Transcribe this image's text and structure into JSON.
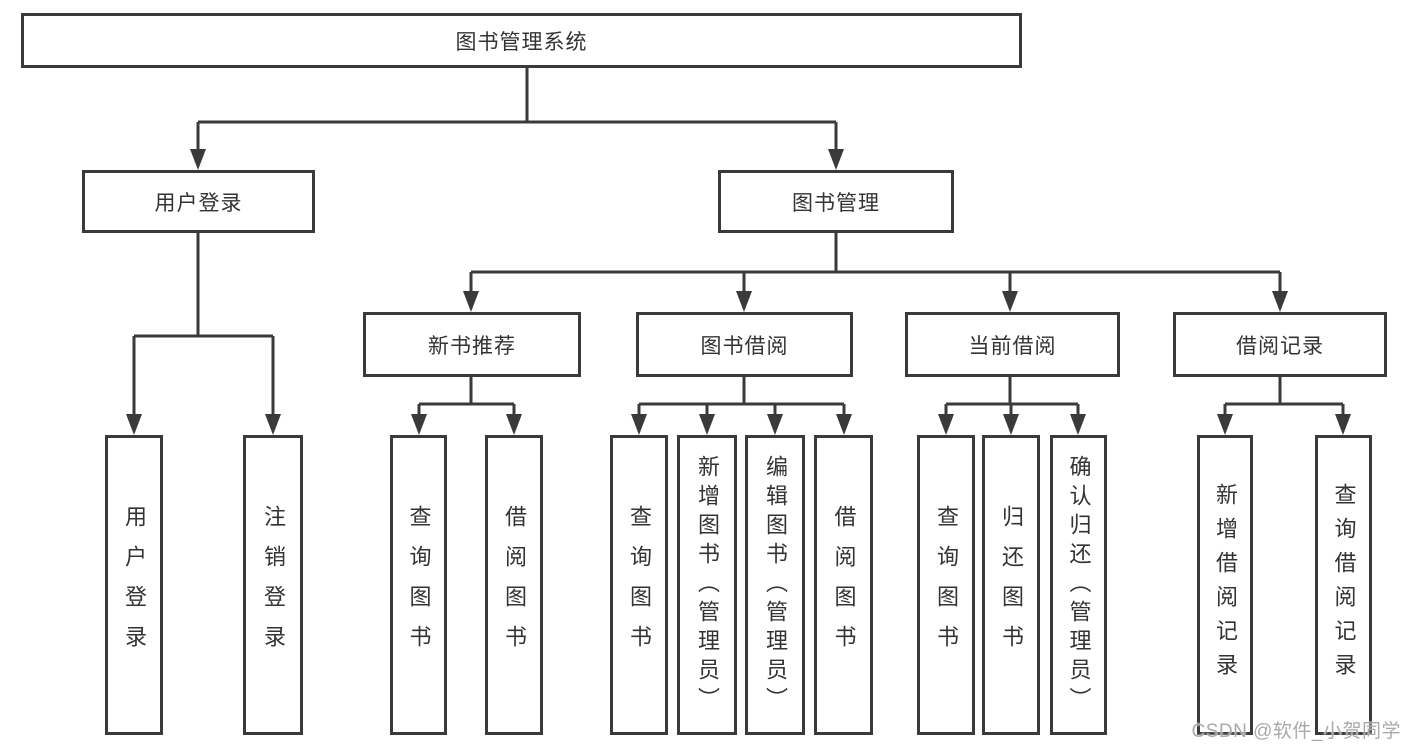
{
  "colors": {
    "box_border": "#3a3a3a",
    "connector_line": "#3a3a3a",
    "node_text": "#333333",
    "watermark_text": "#a9a9a9",
    "background": "#ffffff"
  },
  "tree": {
    "root": {
      "label": "图书管理系统"
    },
    "branches": [
      {
        "label": "用户登录",
        "children": [
          {
            "label": "用户登录"
          },
          {
            "label": "注销登录"
          }
        ]
      },
      {
        "label": "图书管理",
        "groups": [
          {
            "label": "新书推荐",
            "children": [
              {
                "label": "查询图书"
              },
              {
                "label": "借阅图书"
              }
            ]
          },
          {
            "label": "图书借阅",
            "children": [
              {
                "label": "查询图书"
              },
              {
                "label": "新增图书（管理员）"
              },
              {
                "label": "编辑图书（管理员）"
              },
              {
                "label": "借阅图书"
              }
            ]
          },
          {
            "label": "当前借阅",
            "children": [
              {
                "label": "查询图书"
              },
              {
                "label": "归还图书"
              },
              {
                "label": "确认归还（管理员）"
              }
            ]
          },
          {
            "label": "借阅记录",
            "children": [
              {
                "label": "新增借阅记录"
              },
              {
                "label": "查询借阅记录"
              }
            ]
          }
        ]
      }
    ]
  },
  "watermark": "CSDN @软件_小贺同学"
}
